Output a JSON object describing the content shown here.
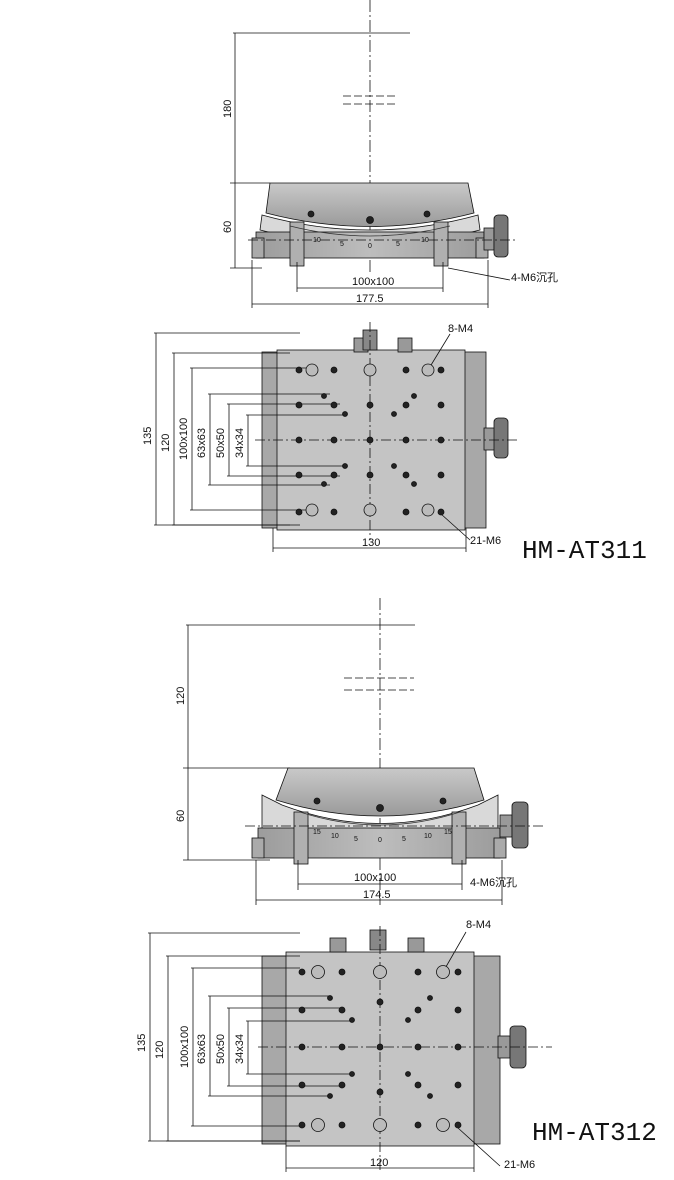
{
  "stages": [
    {
      "model": "HM-AT311",
      "side_view": {
        "height_clearance": "180",
        "height_body": "60",
        "width_mount": "100x100",
        "width_total": "177.5",
        "mount_holes": "4-M6沉孔",
        "scale_ticks": [
          "10",
          "5",
          "0",
          "5",
          "10"
        ]
      },
      "top_view": {
        "top_holes": "8-M4",
        "base_holes": "21-M6",
        "width": "130",
        "heights": [
          "135",
          "120",
          "100x100",
          "63x63",
          "50x50",
          "34x34"
        ]
      }
    },
    {
      "model": "HM-AT312",
      "side_view": {
        "height_clearance": "120",
        "height_body": "60",
        "width_mount": "100x100",
        "width_total": "174.5",
        "mount_holes": "4-M6沉孔",
        "scale_ticks": [
          "15",
          "10",
          "5",
          "0",
          "5",
          "10",
          "15"
        ]
      },
      "top_view": {
        "top_holes": "8-M4",
        "base_holes": "21-M6",
        "width": "120",
        "heights": [
          "135",
          "120",
          "100x100",
          "63x63",
          "50x50",
          "34x34"
        ]
      }
    }
  ]
}
